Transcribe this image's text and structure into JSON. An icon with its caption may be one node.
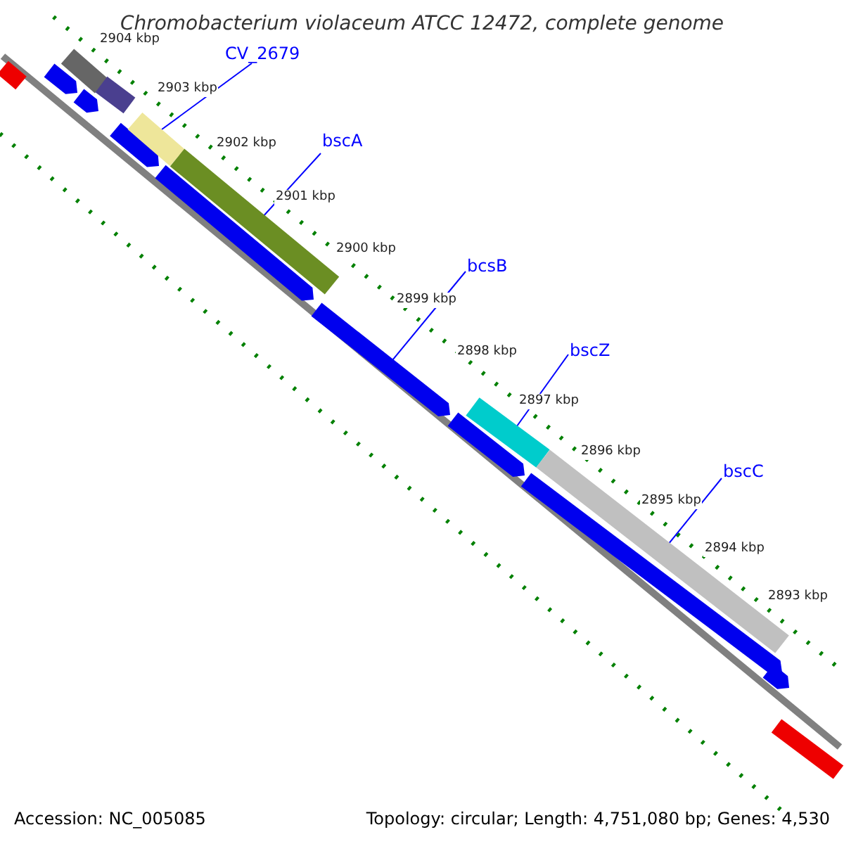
{
  "diagram": {
    "title": "Chromobacterium violaceum ATCC 12472, complete genome",
    "nodes": [
      {
        "text": [
          "CV_2679"
        ]
      },
      {
        "text": [],
        "shape": "bar"
      },
      {
        "text": [
          "bscA"
        ]
      },
      {
        "text": [],
        "shape": "bar"
      },
      {
        "text": [
          "bcsB"
        ]
      },
      {
        "text": [],
        "shape": "bar"
      },
      {
        "text": [
          "bscZ"
        ]
      },
      {
        "text": [],
        "shape": "bar"
      },
      {
        "text": [
          "bscC"
        ]
      },
      {
        "text": [],
        "shape": "bar"
      }
    ],
    "edges": [
      {
        "from": 0,
        "to": 1,
        "arrow": "none"
      },
      {
        "from": 2,
        "to": 3,
        "arrow": "none"
      },
      {
        "from": 4,
        "to": 5,
        "arrow": "none"
      },
      {
        "from": 6,
        "to": 7,
        "arrow": "none"
      },
      {
        "from": 8,
        "to": 9,
        "arrow": "none"
      }
    ],
    "labels": [
      "2904 kbp",
      "2903 kbp",
      "2902 kbp",
      "2901 kbp",
      "2900 kbp",
      "2899 kbp",
      "2898 kbp",
      "2897 kbp",
      "2896 kbp",
      "2895 kbp",
      "2894 kbp",
      "2893 kbp",
      "Accession: NC_005085",
      "Topology: circular; Length: 4,751,080 bp; Genes: 4,530"
    ]
  }
}
